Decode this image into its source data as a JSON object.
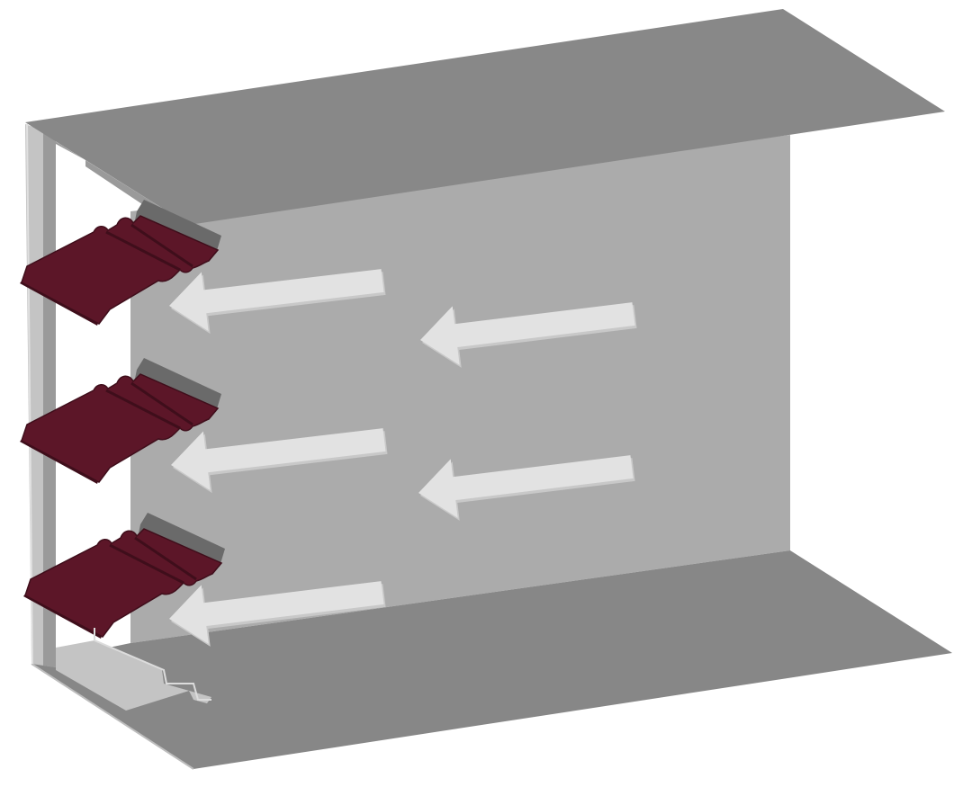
{
  "diagram": {
    "subject": "louvre-duct-section",
    "arrow_count": 5,
    "blade_count": 3,
    "colors": {
      "background": "#ffffff",
      "back_wall": "#ababab",
      "top_plate": "#888888",
      "bottom_plate": "#878787",
      "left_frame": "#c4c4c4",
      "frame_shadow": "#9a9a9a",
      "blade_face": "#5c1628",
      "blade_edge": "#3f0e1b",
      "blade_back": "#6a6a6a",
      "arrow": "#e2e2e2",
      "arrow_shadow": "#c8c8c8"
    }
  }
}
